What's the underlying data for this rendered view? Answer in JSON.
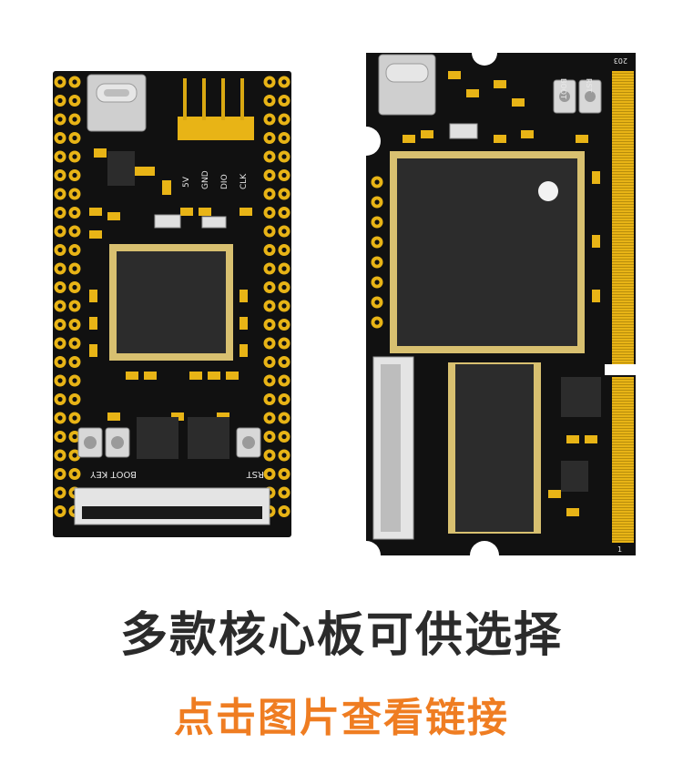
{
  "colors": {
    "pcb": "#111111",
    "gold": "#e8b416",
    "chip": "#2c2c2c",
    "title": "#2b2b2b",
    "subtitle": "#ef7d22"
  },
  "board_left": {
    "header_labels": [
      "5V",
      "GND",
      "DIO",
      "CLK"
    ],
    "button_label_left": "BOOT KEY",
    "button_label_right": "RST"
  },
  "board_right": {
    "button_labels": [
      "BOOT",
      "RST"
    ],
    "edge_label_top": "203",
    "edge_label_bottom": "1"
  },
  "headline": {
    "title": "多款核心板可供选择",
    "subtitle": "点击图片查看链接"
  }
}
